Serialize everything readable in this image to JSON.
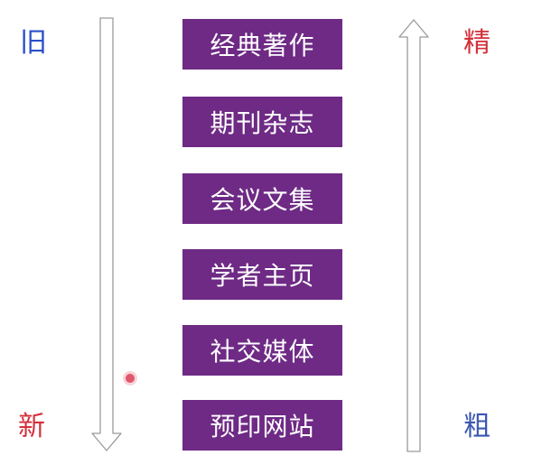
{
  "labels": {
    "old": "旧",
    "new": "新",
    "fine": "精",
    "coarse": "粗"
  },
  "colors": {
    "box_fill": "#6e2a85",
    "old_new_color": "#2b4fc9",
    "fine_coarse_color_top": "#d2303a",
    "fine_coarse_color_bottom": "#3a57b0",
    "new_color": "#d2303a",
    "arrow_outline": "#9a9a9a"
  },
  "sources": [
    {
      "label": "经典著作"
    },
    {
      "label": "期刊杂志"
    },
    {
      "label": "会议文集"
    },
    {
      "label": "学者主页"
    },
    {
      "label": "社交媒体"
    },
    {
      "label": "预印网站"
    }
  ]
}
